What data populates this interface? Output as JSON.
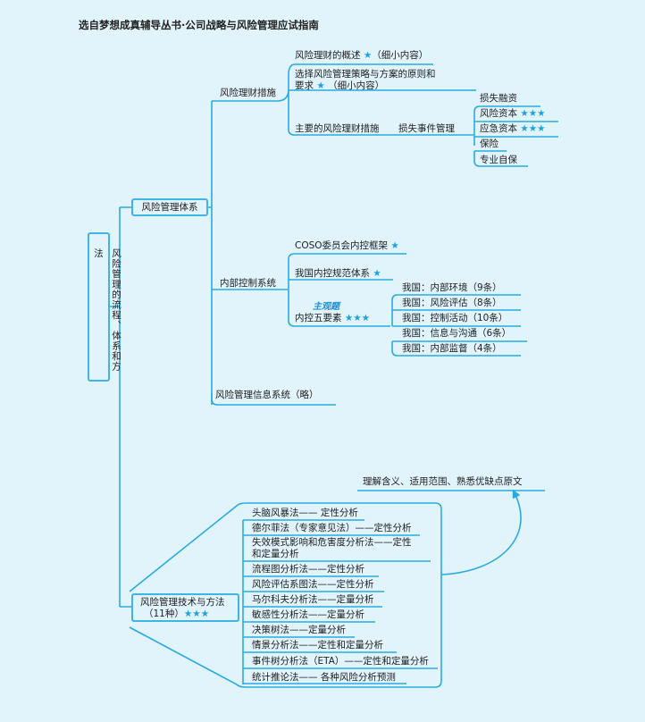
{
  "header": {
    "title": "选自梦想成真辅导丛书·公司战略与风险管理应试指南"
  },
  "colors": {
    "line": "#29abe2",
    "star": "#1aa3e0",
    "background": "#e1f3fb"
  },
  "root": {
    "label": "风险管理的流程、体系和方法"
  },
  "system": {
    "label": "风险管理体系",
    "finance": {
      "label": "风险理财措施",
      "items": [
        {
          "text": "风险理财的概述 ",
          "stars": "★",
          "note": "（细小内容）"
        },
        {
          "line1": "选择风险管理策略与方案的原则和",
          "text": "要求 ",
          "stars": "★",
          "note": " （细小内容）"
        },
        {
          "text": "主要的风险理财措施",
          "sub": "损失事件管理"
        }
      ],
      "loss_items": [
        {
          "text": "损失融资",
          "stars": ""
        },
        {
          "text": "风险资本 ",
          "stars": "★★★"
        },
        {
          "text": "应急资本 ",
          "stars": "★★★"
        },
        {
          "text": "保险",
          "stars": ""
        },
        {
          "text": "专业自保",
          "stars": ""
        }
      ]
    },
    "control": {
      "label": "内部控制系统",
      "items": [
        {
          "text": "COSO委员会内控框架 ",
          "stars": "★"
        },
        {
          "text": "我国内控规范体系 ",
          "stars": "★"
        },
        {
          "text": "内控五要素  ",
          "stars": "★★★",
          "tag": "主观题"
        }
      ],
      "elements": [
        "我国：内部环境（9条）",
        "我国：风险评估（8条）",
        "我国：控制活动（10条）",
        "我国：信息与沟通（6条）",
        "我国：内部监督（4条）"
      ]
    },
    "info": {
      "label": "风险管理信息系统（略）"
    }
  },
  "methods": {
    "label": "风险管理技术与方法",
    "count": "（11种）",
    "stars": "★★★",
    "note": "理解含义、适用范围、熟悉优缺点原文",
    "items": [
      "头脑风暴法—— 定性分析",
      "德尔菲法（专家意见法）——定性分析",
      "失效模式影响和危害度分析法——定性",
      "流程图分析法——定性分析",
      "风险评估系图法——定性分析",
      "马尔科夫分析法——定量分析",
      "敏感性分析法——定量分析",
      "决策树法——定量分析",
      "情景分析法——定性和定量分析",
      "事件树分析法（ETA）——定性和定量分析",
      "统计推论法—— 各种风险分析预测"
    ],
    "item3_line2": "和定量分析"
  }
}
